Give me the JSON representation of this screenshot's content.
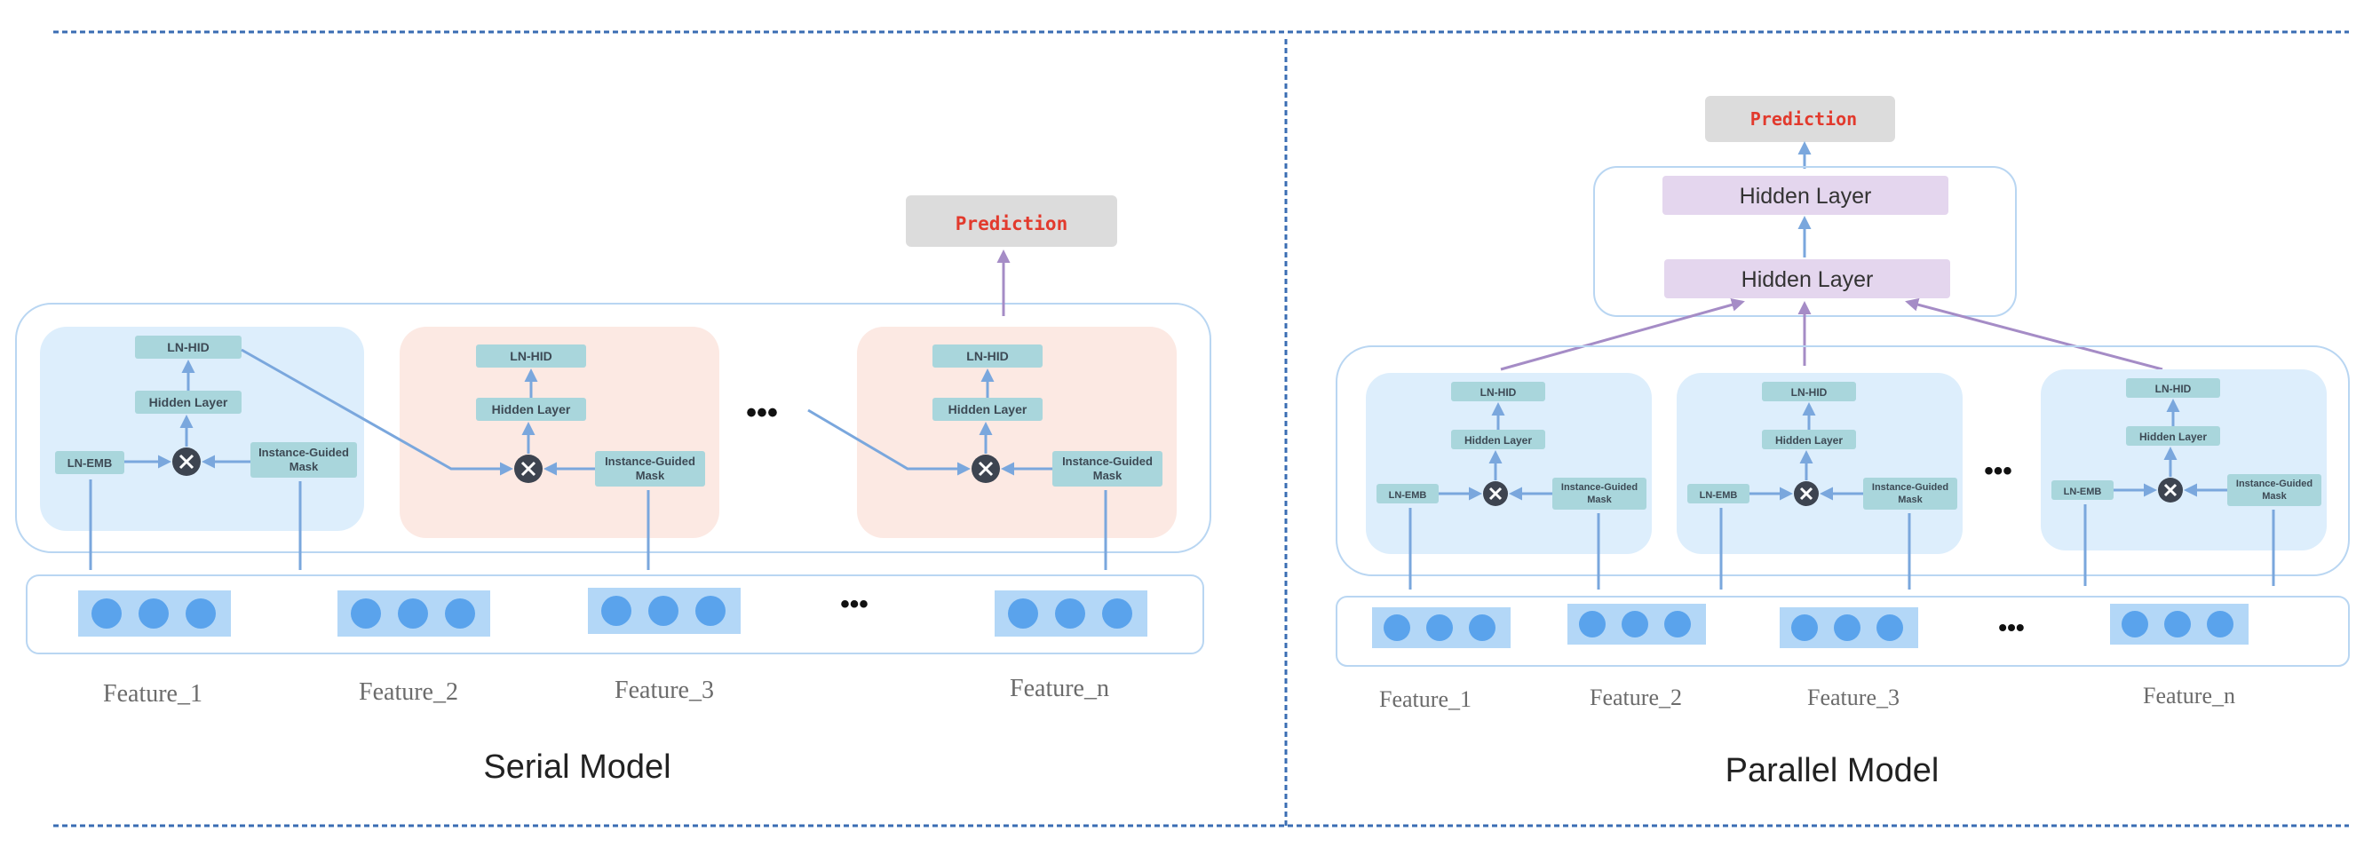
{
  "serial": {
    "caption": "Serial Model",
    "prediction": "Prediction",
    "ellipsis": "•••",
    "blocks": [
      {
        "ln_hid": "LN-HID",
        "hidden": "Hidden Layer",
        "ln_emb": "LN-EMB",
        "mask": "Instance-Guided Mask"
      },
      {
        "ln_hid": "LN-HID",
        "hidden": "Hidden Layer",
        "mask": "Instance-Guided Mask"
      },
      {
        "ln_hid": "LN-HID",
        "hidden": "Hidden Layer",
        "mask": "Instance-Guided Mask"
      }
    ],
    "features": [
      "Feature_1",
      "Feature_2",
      "Feature_3",
      "Feature_n"
    ]
  },
  "parallel": {
    "caption": "Parallel Model",
    "prediction": "Prediction",
    "ellipsis": "•••",
    "hidden_top": "Hidden Layer",
    "hidden_bottom": "Hidden Layer",
    "blocks": [
      {
        "ln_hid": "LN-HID",
        "hidden": "Hidden Layer",
        "ln_emb": "LN-EMB",
        "mask": "Instance-Guided Mask"
      },
      {
        "ln_hid": "LN-HID",
        "hidden": "Hidden Layer",
        "ln_emb": "LN-EMB",
        "mask": "Instance-Guided Mask"
      },
      {
        "ln_hid": "LN-HID",
        "hidden": "Hidden Layer",
        "ln_emb": "LN-EMB",
        "mask": "Instance-Guided Mask"
      }
    ],
    "features": [
      "Feature_1",
      "Feature_2",
      "Feature_3",
      "Feature_n"
    ]
  },
  "colors": {
    "arrow": "#7aa7dd",
    "arrow_purple": "#a58cc6",
    "outline": "#b9d6f2",
    "block_blue": "#ddeefc",
    "block_pink": "#fce9e3",
    "tag": "#a9d6dc",
    "prediction_bg": "#dcdcdc",
    "prediction_text": "#e23a2d",
    "hidden_purple": "#e4d6ee",
    "dot": "#5aa3ec",
    "dot_bg": "#b3d7f7",
    "mult": "#3d4450",
    "divider": "#3a6db3"
  }
}
